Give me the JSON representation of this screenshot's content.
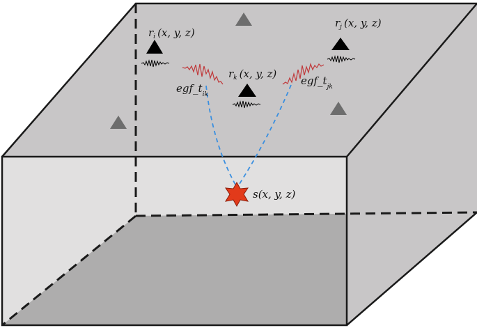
{
  "receivers": {
    "ri": {
      "letter": "r",
      "sub": "i",
      "coords": "(x, y, z)"
    },
    "rk": {
      "letter": "r",
      "sub": "k",
      "coords": "(x, y, z)"
    },
    "rj": {
      "letter": "r",
      "sub": "j",
      "coords": "(x, y, z)"
    }
  },
  "source": {
    "label": "s(x, y, z)"
  },
  "egf": {
    "ik": {
      "main": "egf_t",
      "sub": "ik"
    },
    "jk": {
      "main": "egf_t",
      "sub": "jk"
    }
  },
  "colors": {
    "top_face": "#c8c6c7",
    "front_face": "#c8c6c7",
    "bottom_face": "#8f8f8f",
    "edge": "#1a1a1a",
    "receiver_active": "#000000",
    "receiver_inactive": "#6d6d6d",
    "waveform_red": "#c0393b",
    "ray_blue": "#3a8fe0",
    "source_star": "#e23a1a"
  }
}
